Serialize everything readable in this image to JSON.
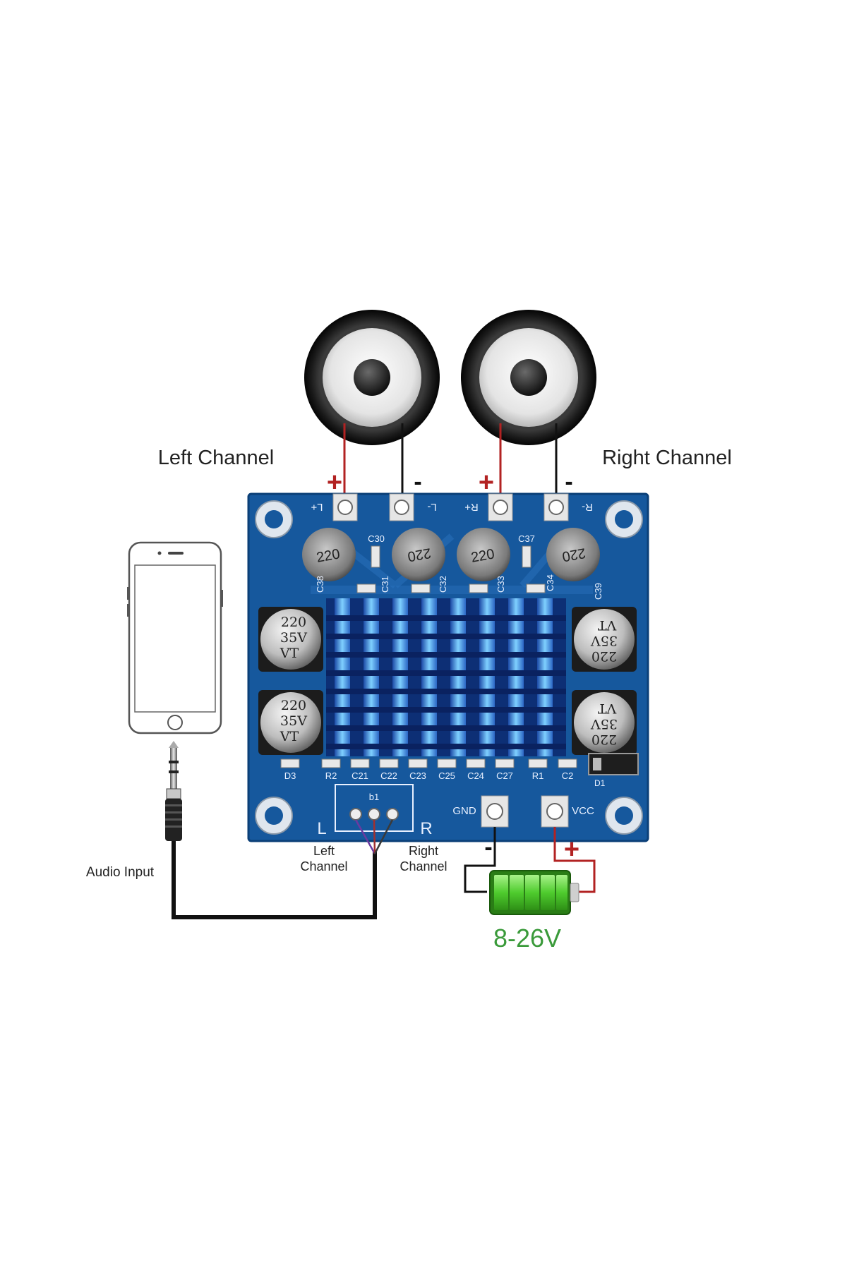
{
  "labels": {
    "left_channel": "Left Channel",
    "right_channel": "Right Channel",
    "audio_input": "Audio Input",
    "input_left": [
      "Left",
      "Channel"
    ],
    "input_right": [
      "Right",
      "Channel"
    ],
    "voltage": "8-26V"
  },
  "polarity": {
    "plus": "+",
    "minus": "-"
  },
  "board": {
    "speaker_terminals": [
      "L+",
      "L-",
      "R+",
      "R-"
    ],
    "power_terminals": [
      "GND",
      "VCC"
    ],
    "input_header": "b1",
    "input_side_left": "L",
    "input_side_right": "R",
    "small_caps_top": [
      "C30",
      "C37"
    ],
    "rotated_caps": [
      "C38",
      "C31",
      "C32",
      "C33",
      "C34",
      "C39"
    ],
    "cap_value_small": "220",
    "cap_value_large": [
      "220",
      "35V",
      "VT"
    ],
    "bottom_components": [
      "D3",
      "R2",
      "C21",
      "C22",
      "C23",
      "C25",
      "C24",
      "C27",
      "R1",
      "C2"
    ],
    "diode_label": "D1"
  },
  "colors": {
    "pcb": "#16589d",
    "wire_positive": "#b22222",
    "wire_negative": "#111111",
    "battery_green": "#4fcc2e",
    "voltage_text": "#3a9a3a"
  },
  "icons": {
    "speakers": "speaker-icon",
    "phone": "smartphone-icon",
    "jack": "audio-jack-icon",
    "battery": "battery-icon"
  }
}
